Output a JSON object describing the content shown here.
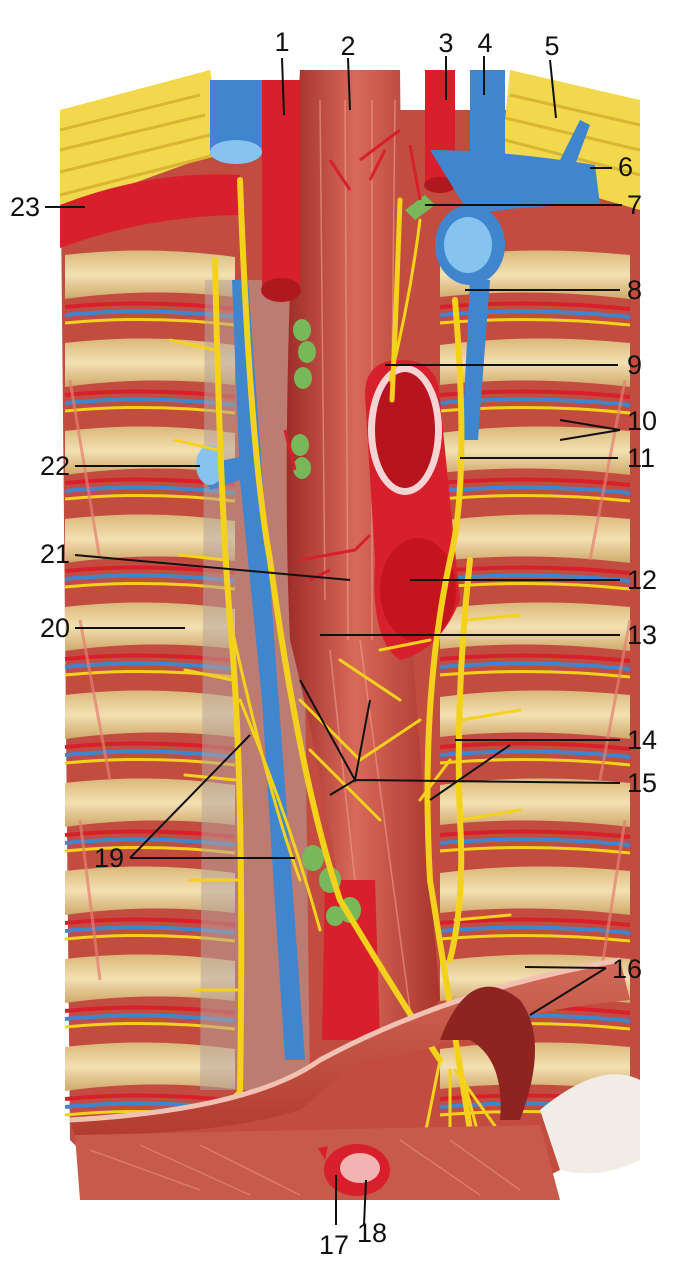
{
  "colors": {
    "muscle": "#c8483c",
    "muscle_dark": "#9c2a26",
    "muscle_light": "#dc7a68",
    "bone": "#efd8a4",
    "bone_shade": "#d9b77a",
    "artery": "#d8202c",
    "vein": "#3f86cf",
    "vein_light": "#86c4ef",
    "nerve": "#f4d21c",
    "node": "#79b85a",
    "tendon": "#f1d84c",
    "membrane": "#e9b1a2"
  },
  "labels": [
    "1",
    "2",
    "3",
    "4",
    "5",
    "6",
    "7",
    "8",
    "9",
    "10",
    "11",
    "12",
    "13",
    "14",
    "15",
    "16",
    "17",
    "18",
    "19",
    "20",
    "21",
    "22",
    "23"
  ]
}
